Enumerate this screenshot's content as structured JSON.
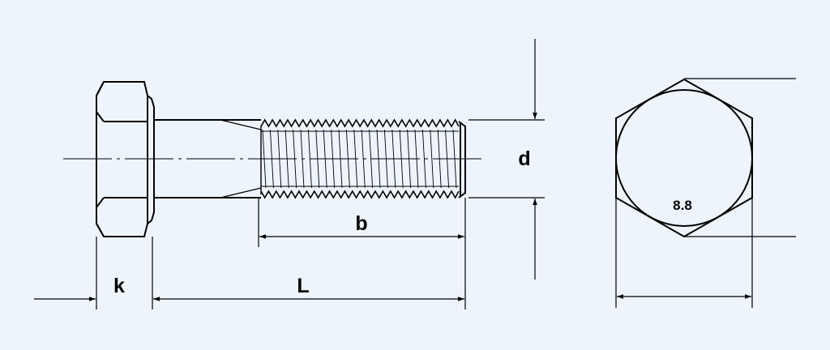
{
  "drawing": {
    "labels": {
      "head_height": "k",
      "length": "L",
      "thread_length": "b",
      "diameter": "d",
      "grade_mark": "8.8"
    },
    "colors": {
      "background": "#eef4fc",
      "line": "#000000"
    }
  }
}
